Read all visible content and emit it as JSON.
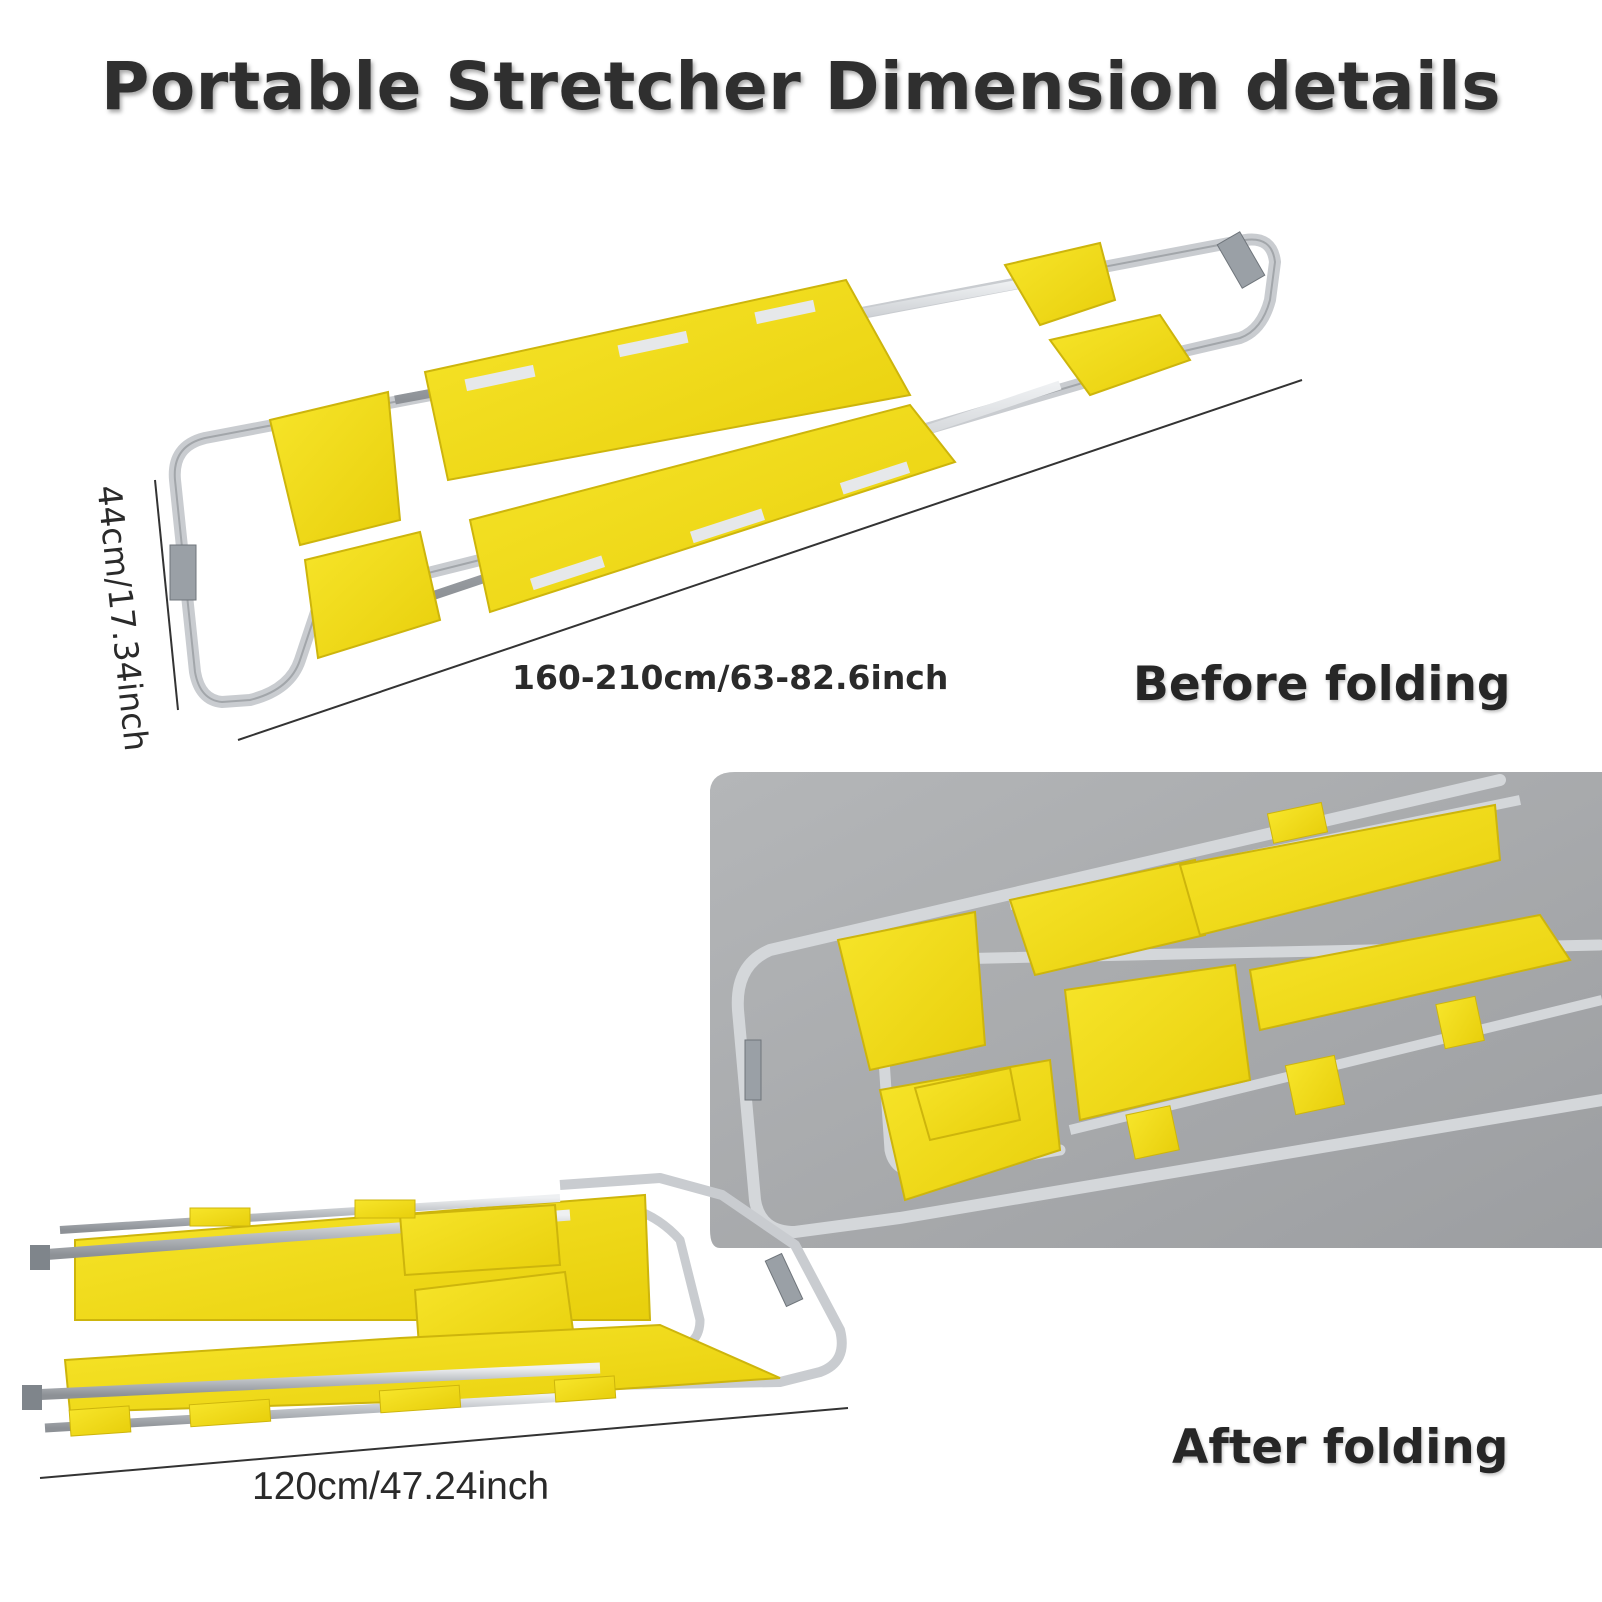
{
  "title": "Portable Stretcher Dimension details",
  "before": {
    "label": "Before folding",
    "length_label": "160-210cm/63-82.6inch",
    "width_label": "44cm/17.34inch"
  },
  "after": {
    "label": "After folding",
    "length_label": "120cm/47.24inch"
  },
  "colors": {
    "panel_yellow": "#f2dc16",
    "frame_aluminum": "#c9ccd0",
    "photo_background": "#a9abad",
    "title_text": "#2f2f2f"
  }
}
